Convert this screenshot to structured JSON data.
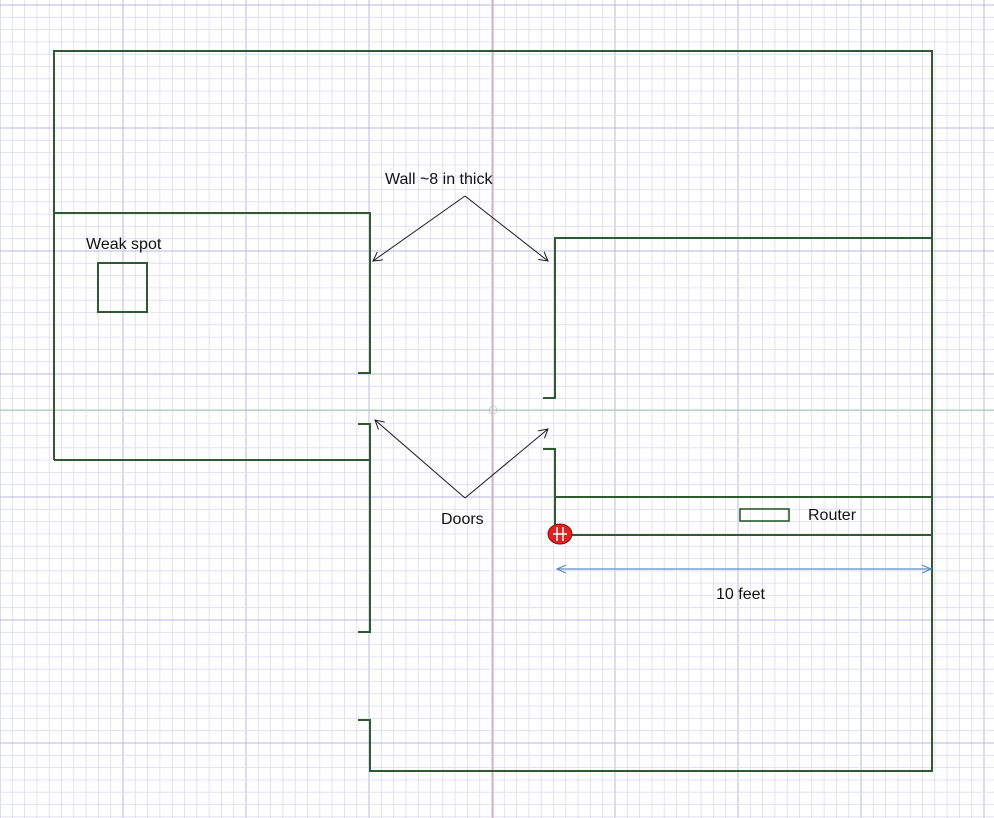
{
  "labels": {
    "wall_note": "Wall ~8 in  thick",
    "weak_spot": "Weak spot",
    "doors": "Doors",
    "router": "Router",
    "dimension": "10 feet"
  },
  "colors": {
    "grid_minor": "#dcdcf0",
    "grid_major": "#b9b9e2",
    "axis_vertical": "#f0a0a0",
    "axis_horizontal": "#a8c8a8",
    "wall": "#2f5a2f",
    "dimension_line": "#5b8fc7",
    "marker": "#e02020"
  },
  "icons": {
    "location_marker": "red-marker-icon",
    "router_device": "router-icon",
    "weak_spot_box": "weak-spot-square-icon"
  }
}
